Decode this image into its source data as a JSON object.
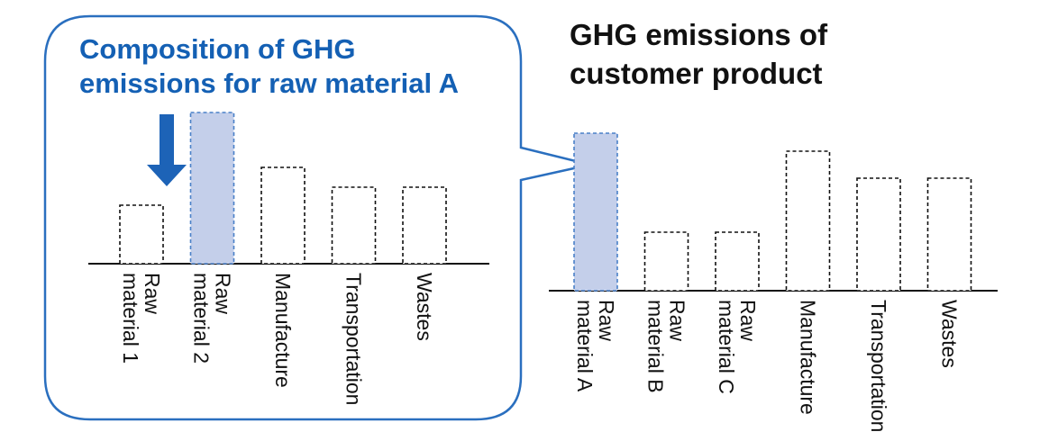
{
  "colors": {
    "accent_blue": "#2a6fbf",
    "title_blue": "#1460b4",
    "arrow_blue": "#1d63b7",
    "highlight_fill": "#c4cfea",
    "highlight_stroke": "#4a80c8",
    "bar_stroke": "#111111",
    "text": "#111111",
    "label_gray": "#555555"
  },
  "left_panel": {
    "title_line1": "Composition of GHG",
    "title_line2": "emissions for raw material A",
    "arrow_icon": "down-arrow-icon",
    "chart_data": {
      "type": "bar",
      "categories": [
        [
          "Raw",
          "material 1"
        ],
        [
          "Raw",
          "material 2"
        ],
        [
          "Manufacture"
        ],
        [
          "Transportation"
        ],
        [
          "Wastes"
        ]
      ],
      "values": [
        65,
        168,
        107,
        85,
        85
      ],
      "highlighted_index": 1,
      "units": "relative"
    }
  },
  "right_panel": {
    "title_line1": "GHG emissions of",
    "title_line2": "customer product",
    "chart_data": {
      "type": "bar",
      "categories": [
        [
          "Raw",
          "material A"
        ],
        [
          "Raw",
          "material B"
        ],
        [
          "Raw",
          "material C"
        ],
        [
          "Manufacture"
        ],
        [
          "Transportation"
        ],
        [
          "Wastes"
        ]
      ],
      "values": [
        175,
        65,
        65,
        155,
        125,
        125
      ],
      "highlighted_index": 0,
      "units": "relative"
    }
  }
}
